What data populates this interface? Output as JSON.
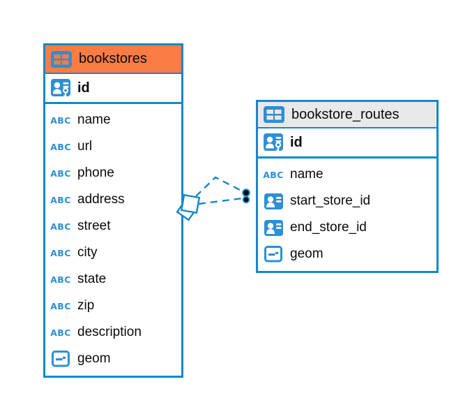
{
  "colors": {
    "accent_blue": "#1588C9",
    "icon_blue": "#2D8FD4",
    "bookstores_header": "#F97C45",
    "routes_header": "#E9E9E9",
    "text": "#0A0A0A",
    "background": "#FFFFFF"
  },
  "type_icons": {
    "text_label": "ABC"
  },
  "tables": [
    {
      "name": "bookstores",
      "header_style": "orange",
      "columns": [
        {
          "name": "id",
          "type": "primary-key"
        },
        {
          "name": "name",
          "type": "text"
        },
        {
          "name": "url",
          "type": "text"
        },
        {
          "name": "phone",
          "type": "text"
        },
        {
          "name": "address",
          "type": "text"
        },
        {
          "name": "street",
          "type": "text"
        },
        {
          "name": "city",
          "type": "text"
        },
        {
          "name": "state",
          "type": "text"
        },
        {
          "name": "zip",
          "type": "text"
        },
        {
          "name": "description",
          "type": "text"
        },
        {
          "name": "geom",
          "type": "geometry"
        }
      ]
    },
    {
      "name": "bookstore_routes",
      "header_style": "gray",
      "columns": [
        {
          "name": "id",
          "type": "primary-key"
        },
        {
          "name": "name",
          "type": "text"
        },
        {
          "name": "start_store_id",
          "type": "reference"
        },
        {
          "name": "end_store_id",
          "type": "reference"
        },
        {
          "name": "geom",
          "type": "geometry"
        }
      ]
    }
  ],
  "relations": [
    {
      "from": "bookstores",
      "to": "bookstore_routes",
      "style": "dashed"
    },
    {
      "from": "bookstores",
      "to": "bookstore_routes",
      "style": "dashed"
    }
  ]
}
